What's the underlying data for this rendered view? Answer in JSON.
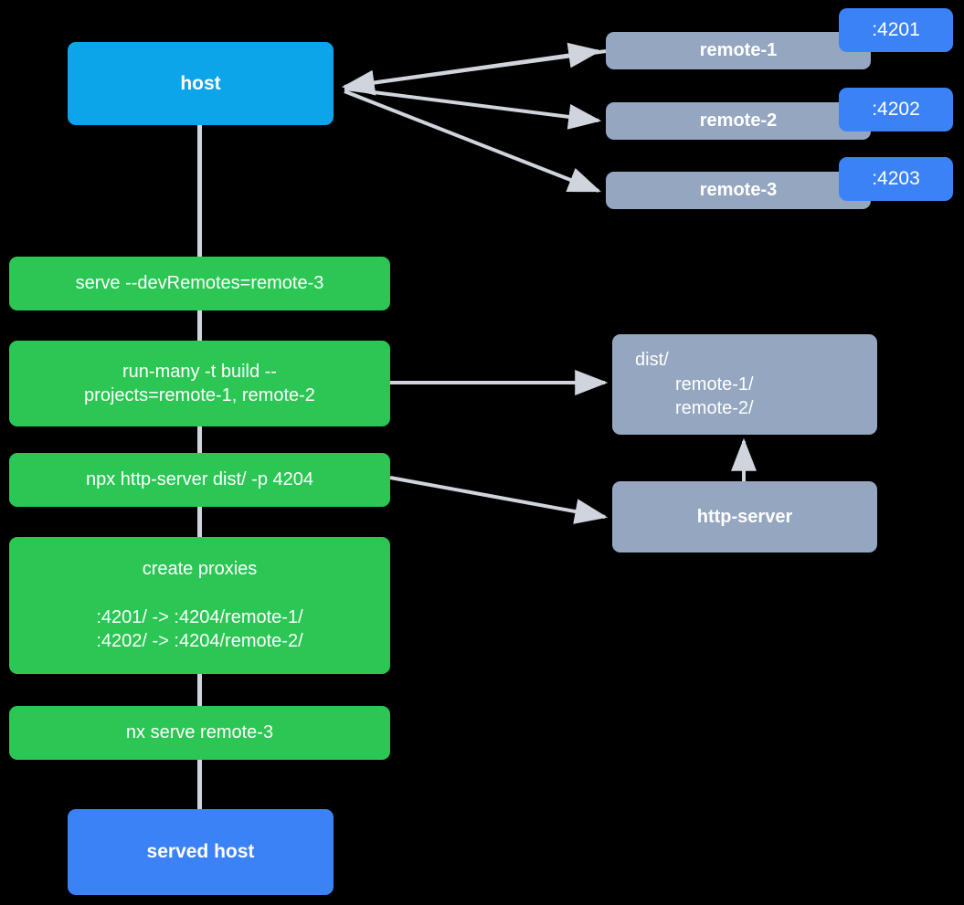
{
  "diagram": {
    "title": "nx host and remotes serving flow",
    "background": "#000000",
    "colors": {
      "host": "#0ca5e9",
      "remote": "#94a6c0",
      "command": "#2bc653",
      "badge": "#3b82f6",
      "served_host": "#3b82f6",
      "connector": "#cfd4dd",
      "text": "#ffffff"
    }
  },
  "host": {
    "label": "host"
  },
  "remotes": [
    {
      "label": "remote-1",
      "port": ":4201"
    },
    {
      "label": "remote-2",
      "port": ":4202"
    },
    {
      "label": "remote-3",
      "port": ":4203"
    }
  ],
  "commands": [
    {
      "label": "serve --devRemotes=remote-3"
    },
    {
      "line1": "run-many -t build --",
      "line2": "projects=remote-1, remote-2"
    },
    {
      "label": "npx http-server dist/ -p 4204"
    },
    {
      "title": "create proxies",
      "line1": ":4201/ -> :4204/remote-1/",
      "line2": ":4202/ -> :4204/remote-2/"
    },
    {
      "label": "nx serve remote-3"
    }
  ],
  "dist": {
    "root": "dist/",
    "children": [
      "remote-1/",
      "remote-2/"
    ]
  },
  "http_server": {
    "label": "http-server"
  },
  "served_host": {
    "label": "served host"
  }
}
